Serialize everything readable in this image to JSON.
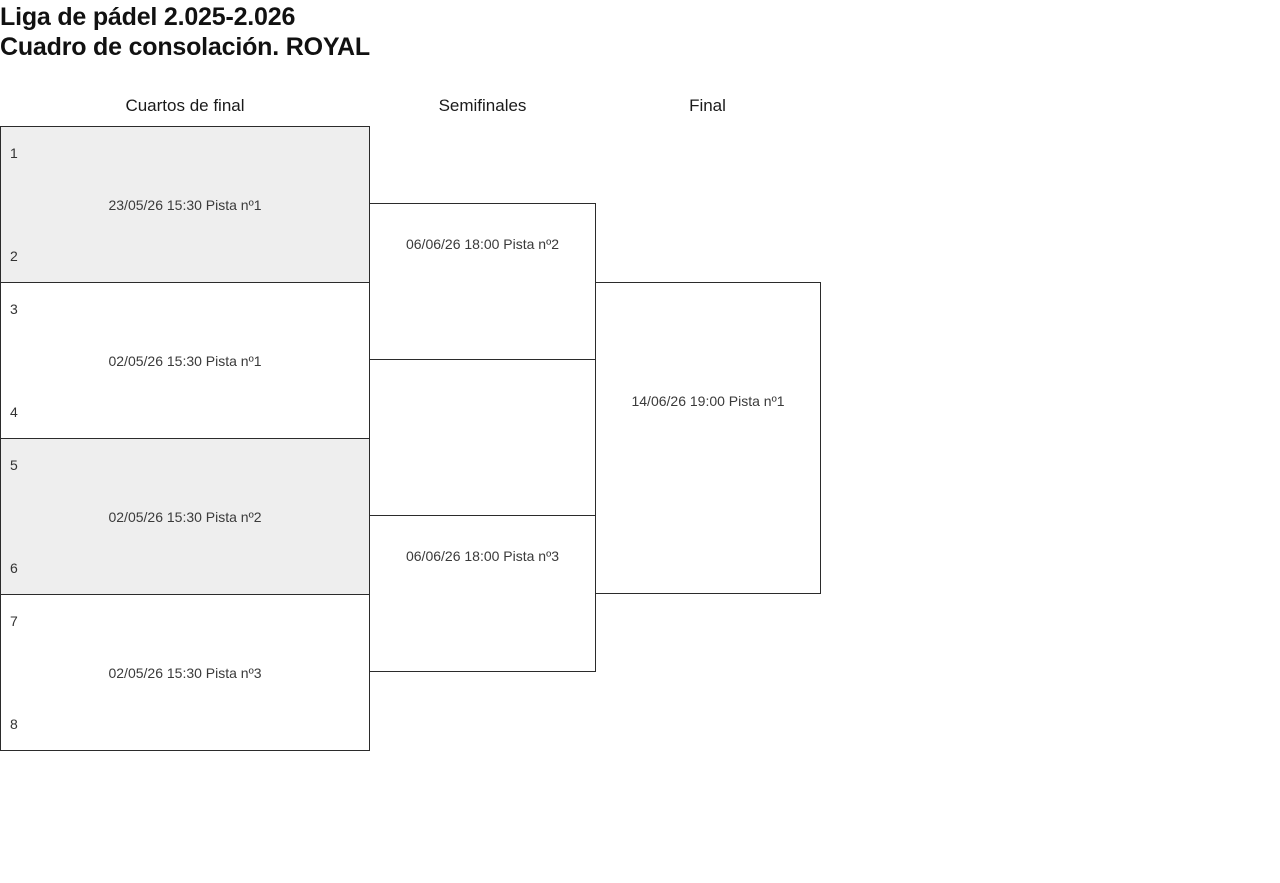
{
  "header": {
    "title_line1": "Liga de pádel 2.025-2.026",
    "title_line2": "Cuadro de consolación. ROYAL"
  },
  "rounds": [
    {
      "id": "quarterfinals",
      "label": "Cuartos de final"
    },
    {
      "id": "semifinals",
      "label": "Semifinales"
    },
    {
      "id": "final",
      "label": "Final"
    }
  ],
  "colors": {
    "border": "#2b2b2b",
    "shaded_fill": "#eeeeee",
    "plain_fill": "#ffffff",
    "text": "#1a1a1a"
  },
  "bracket": {
    "quarterfinals": [
      {
        "match": 1,
        "shaded": true,
        "top_slot": "1",
        "bottom_slot": "2",
        "schedule": "23/05/26 15:30 Pista nº1",
        "date": "23/05/26",
        "time": "15:30",
        "court": "Pista nº1"
      },
      {
        "match": 2,
        "shaded": false,
        "top_slot": "3",
        "bottom_slot": "4",
        "schedule": "02/05/26 15:30 Pista nº1",
        "date": "02/05/26",
        "time": "15:30",
        "court": "Pista nº1"
      },
      {
        "match": 3,
        "shaded": true,
        "top_slot": "5",
        "bottom_slot": "6",
        "schedule": "02/05/26 15:30 Pista nº2",
        "date": "02/05/26",
        "time": "15:30",
        "court": "Pista nº2"
      },
      {
        "match": 4,
        "shaded": false,
        "top_slot": "7",
        "bottom_slot": "8",
        "schedule": "02/05/26 15:30 Pista nº3",
        "date": "02/05/26",
        "time": "15:30",
        "court": "Pista nº3"
      }
    ],
    "semifinals": [
      {
        "match": 1,
        "schedule": "06/06/26 18:00 Pista nº2",
        "date": "06/06/26",
        "time": "18:00",
        "court": "Pista nº2"
      },
      {
        "match": 2,
        "schedule": "06/06/26 18:00 Pista nº3",
        "date": "06/06/26",
        "time": "18:00",
        "court": "Pista nº3"
      }
    ],
    "final": {
      "schedule": "14/06/26 19:00 Pista nº1",
      "date": "14/06/26",
      "time": "19:00",
      "court": "Pista nº1"
    }
  }
}
